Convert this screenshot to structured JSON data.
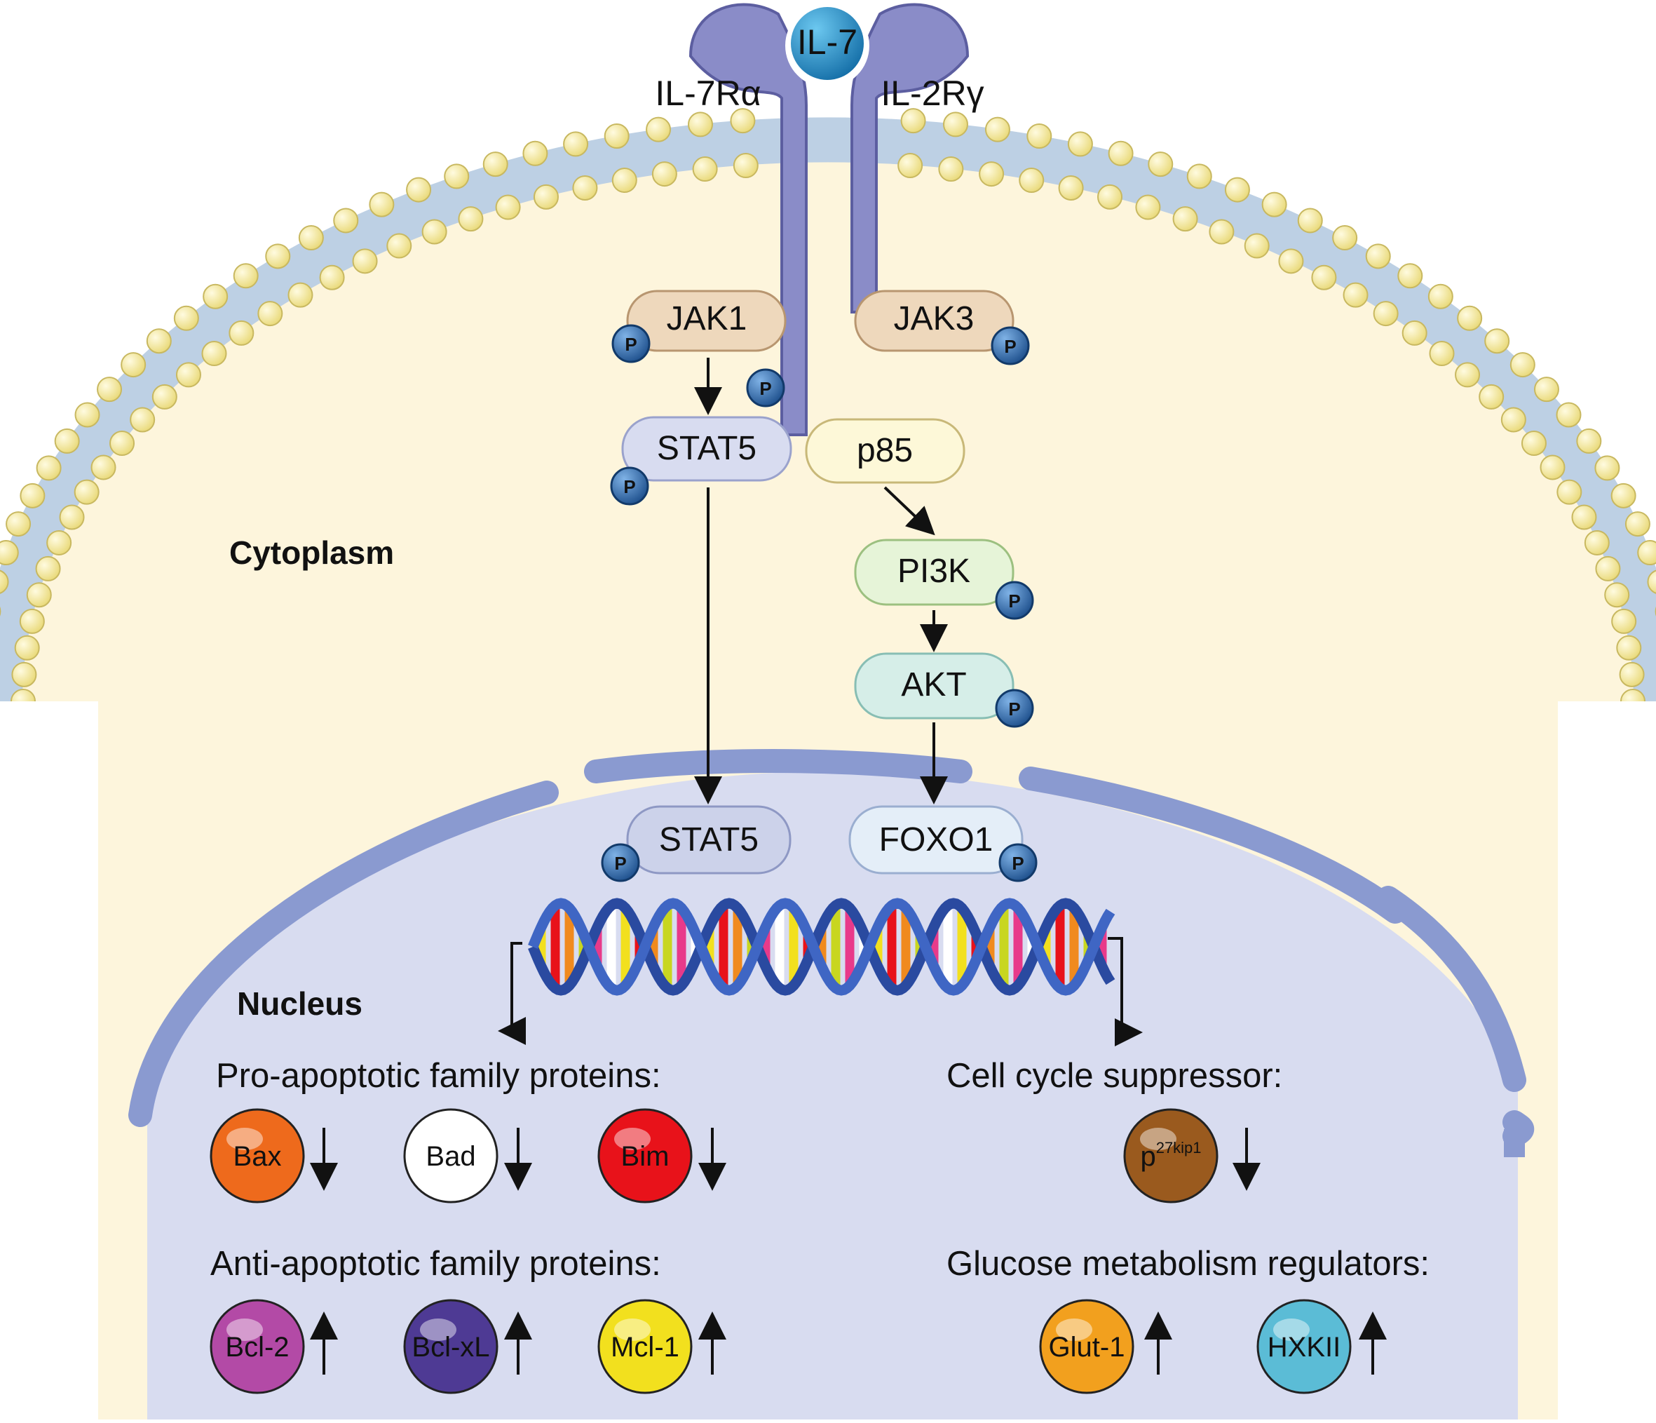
{
  "ligand": {
    "label": "IL-7"
  },
  "receptors": {
    "left": "IL-7Rα",
    "right": "IL-2Rγ"
  },
  "kinases": {
    "jak1": "JAK1",
    "jak3": "JAK3"
  },
  "cytoplasm": {
    "label": "Cytoplasm",
    "stat5": "STAT5",
    "p85": "p85",
    "pi3k": "PI3K",
    "akt": "AKT"
  },
  "nucleus": {
    "label": "Nucleus",
    "stat5": "STAT5",
    "foxo1": "FOXO1"
  },
  "phospho_label": "P",
  "pro_apoptotic": {
    "title": "Pro-apoptotic family proteins:",
    "proteins": [
      {
        "label": "Bax",
        "color": "#ee6a1c",
        "direction": "down"
      },
      {
        "label": "Bad",
        "color": "#ffffff",
        "direction": "down"
      },
      {
        "label": "Bim",
        "color": "#e8121a",
        "direction": "down"
      }
    ]
  },
  "anti_apoptotic": {
    "title": "Anti-apoptotic family proteins:",
    "proteins": [
      {
        "label": "Bcl-2",
        "color": "#b34aa6",
        "direction": "up"
      },
      {
        "label": "Bcl-xL",
        "color": "#4e3a94",
        "direction": "up"
      },
      {
        "label": "Mcl-1",
        "color": "#f2e01e",
        "direction": "up"
      }
    ]
  },
  "cell_cycle": {
    "title": "Cell cycle suppressor:",
    "protein": {
      "label_main": "p",
      "label_sup": "27kip1",
      "color": "#9a5a1e",
      "direction": "down"
    }
  },
  "glucose": {
    "title": "Glucose metabolism regulators:",
    "proteins": [
      {
        "label": "Glut-1",
        "color": "#f2a01e",
        "direction": "up"
      },
      {
        "label": "HXKII",
        "color": "#5bbcd6",
        "direction": "up"
      }
    ]
  },
  "colors": {
    "cytoplasm_fill": "#fdf5dc",
    "membrane_head": "#f8ee9e",
    "membrane_band": "#bdd0e4",
    "receptor": "#8a8cc8",
    "ligand": "#1e8fc8",
    "nucleus_fill": "#d8dcf0",
    "envelope": "#8a9ad0",
    "phospho": "#2a6aa8"
  }
}
